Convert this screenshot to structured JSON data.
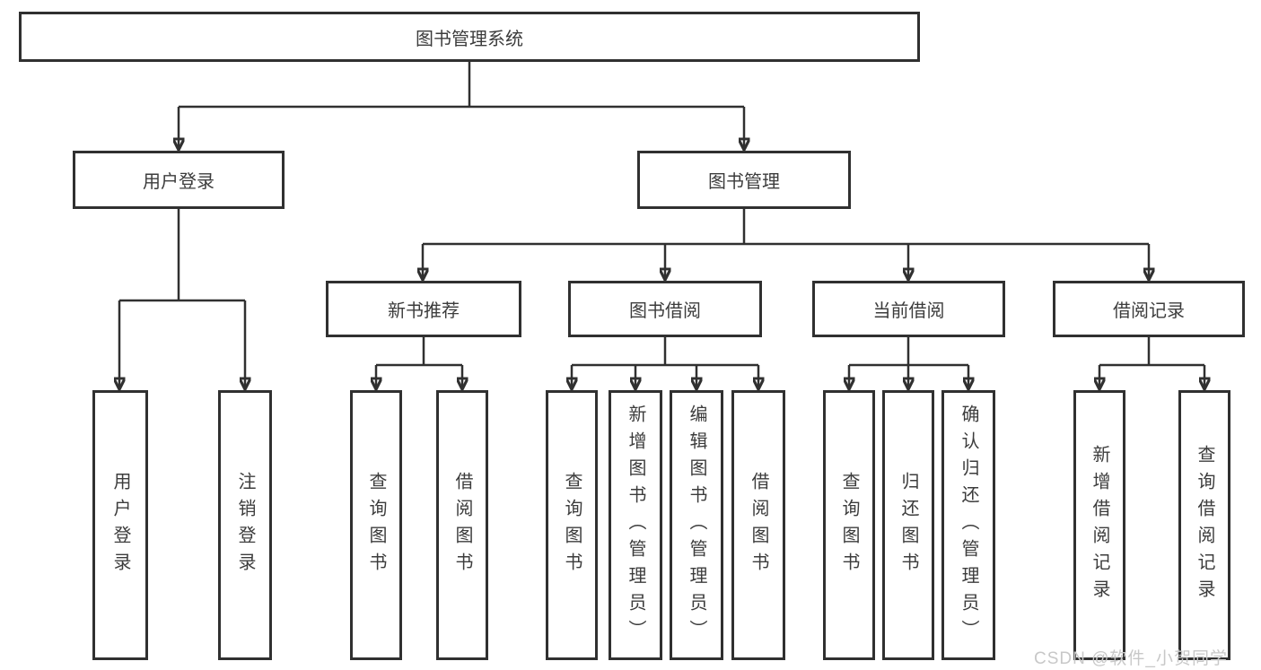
{
  "diagram": {
    "root": {
      "label": "图书管理系统"
    },
    "level1": [
      {
        "label": "用户登录"
      },
      {
        "label": "图书管理"
      }
    ],
    "level2": [
      {
        "label": "新书推荐"
      },
      {
        "label": "图书借阅"
      },
      {
        "label": "当前借阅"
      },
      {
        "label": "借阅记录"
      }
    ],
    "leaves": [
      {
        "label": "用户登录",
        "parent": "用户登录"
      },
      {
        "label": "注销登录",
        "parent": "用户登录"
      },
      {
        "label": "查询图书",
        "parent": "新书推荐"
      },
      {
        "label": "借阅图书",
        "parent": "新书推荐"
      },
      {
        "label": "查询图书",
        "parent": "图书借阅"
      },
      {
        "label": "新增图书（管理员）",
        "parent": "图书借阅"
      },
      {
        "label": "编辑图书（管理员）",
        "parent": "图书借阅"
      },
      {
        "label": "借阅图书",
        "parent": "图书借阅"
      },
      {
        "label": "查询图书",
        "parent": "当前借阅"
      },
      {
        "label": "归还图书",
        "parent": "当前借阅"
      },
      {
        "label": "确认归还（管理员）",
        "parent": "当前借阅"
      },
      {
        "label": "新增借阅记录",
        "parent": "借阅记录"
      },
      {
        "label": "查询借阅记录",
        "parent": "借阅记录"
      }
    ],
    "watermark": "CSDN @软件_小贺同学",
    "colors": {
      "line": "#303030",
      "box_border": "#303030",
      "text": "#3c3c3c",
      "watermark": "#c8c8c8",
      "background": "#ffffff"
    }
  }
}
